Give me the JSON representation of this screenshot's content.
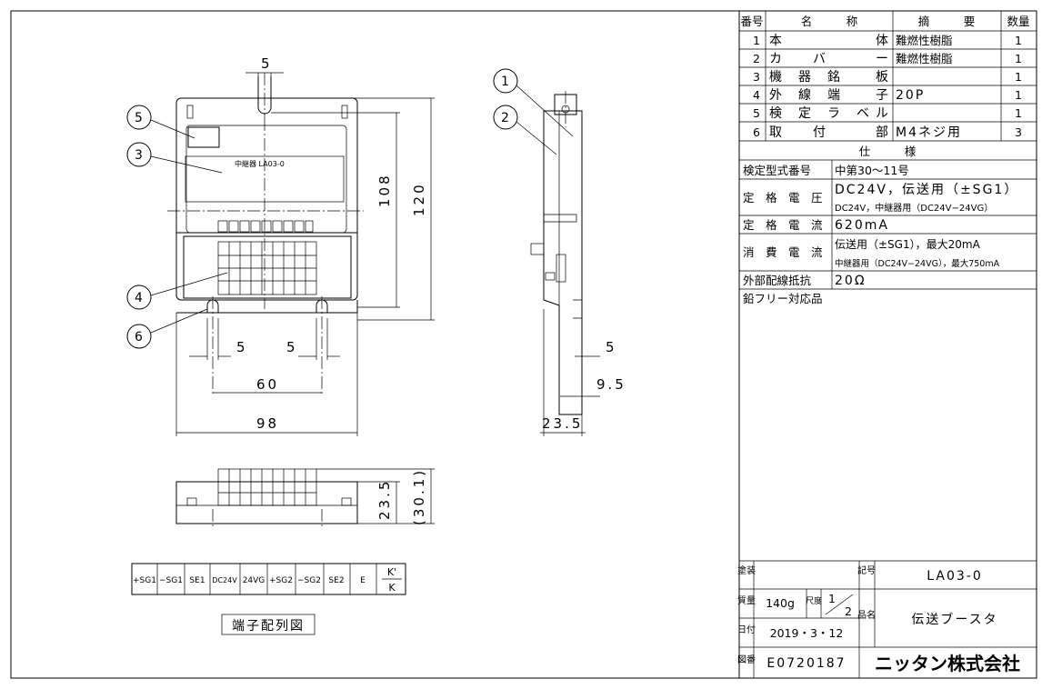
{
  "parts_table": {
    "headers": [
      "番号",
      "名　　　称",
      "摘　　　要",
      "数量"
    ],
    "rows": [
      {
        "no": "1",
        "name_a": "本",
        "name_b": "体",
        "desc": "難燃性樹脂",
        "qty": "1"
      },
      {
        "no": "2",
        "name_a": "カ　　バ",
        "name_b": "ー",
        "desc": "難燃性樹脂",
        "qty": "1"
      },
      {
        "no": "3",
        "name_a": "機　器　銘",
        "name_b": "板",
        "desc": "",
        "qty": "1"
      },
      {
        "no": "4",
        "name_a": "外　線　端",
        "name_b": "子",
        "desc": "20P",
        "qty": "1"
      },
      {
        "no": "5",
        "name_a": "検　定　ラ　ベ",
        "name_b": "ル",
        "desc": "",
        "qty": "1"
      },
      {
        "no": "6",
        "name_a": "取　　付",
        "name_b": "部",
        "desc": "M4ネジ用",
        "qty": "3"
      }
    ]
  },
  "spec": {
    "heading": "仕　　　様",
    "rows": [
      {
        "label": "検定型式番号",
        "lines": [
          "中第30～11号"
        ]
      },
      {
        "label": "定　格　電　圧",
        "lines": [
          "DC24V，伝送用（±SG1）",
          "DC24V，中継器用（DC24V−24VG）"
        ]
      },
      {
        "label": "定　格　電　流",
        "lines": [
          "620mA"
        ]
      },
      {
        "label": "消　費　電　流",
        "lines": [
          "伝送用（±SG1），最大20mA",
          "中継器用（DC24V−24VG），最大750mA"
        ]
      },
      {
        "label": "外部配線抵抗",
        "lines": [
          "20Ω"
        ]
      }
    ],
    "note": "鉛フリー対応品"
  },
  "title_block": {
    "coating_label": "塗装",
    "coating_value": "",
    "mass_label": "質量",
    "mass_value": "140g",
    "scale_label": "尺度",
    "scale_num": "1",
    "scale_den": "2",
    "date_label": "日付",
    "date_value": "2019・3・12",
    "drawing_no_label": "図番",
    "drawing_no": "E0720187",
    "model_label": "記号",
    "model": "LA03-0",
    "product_label": "品名",
    "product_name": "伝送ブースタ",
    "company": "ニッタン株式会社"
  },
  "drawing": {
    "nameplate_text": "中継器 LA03-0",
    "dimensions": {
      "top_width": "5",
      "height_inner": "108",
      "height_total": "120",
      "hole_left": "5",
      "hole_right": "5",
      "hole_pitch": "60",
      "width_total": "98",
      "side_top": "5",
      "side_offset": "9.5",
      "side_depth": "23.5",
      "bottom_depth": "23.5",
      "bottom_depth_ref": "(30.1)"
    },
    "balloons": [
      "1",
      "2",
      "3",
      "4",
      "5",
      "6"
    ]
  },
  "terminal_legend": {
    "terminals": [
      "+SG1",
      "−SG1",
      "SE1",
      "DC24V",
      "24VG",
      "+SG2",
      "−SG2",
      "SE2",
      "E"
    ],
    "last_top": "K'",
    "last_bottom": "K",
    "caption": "端子配列図"
  }
}
